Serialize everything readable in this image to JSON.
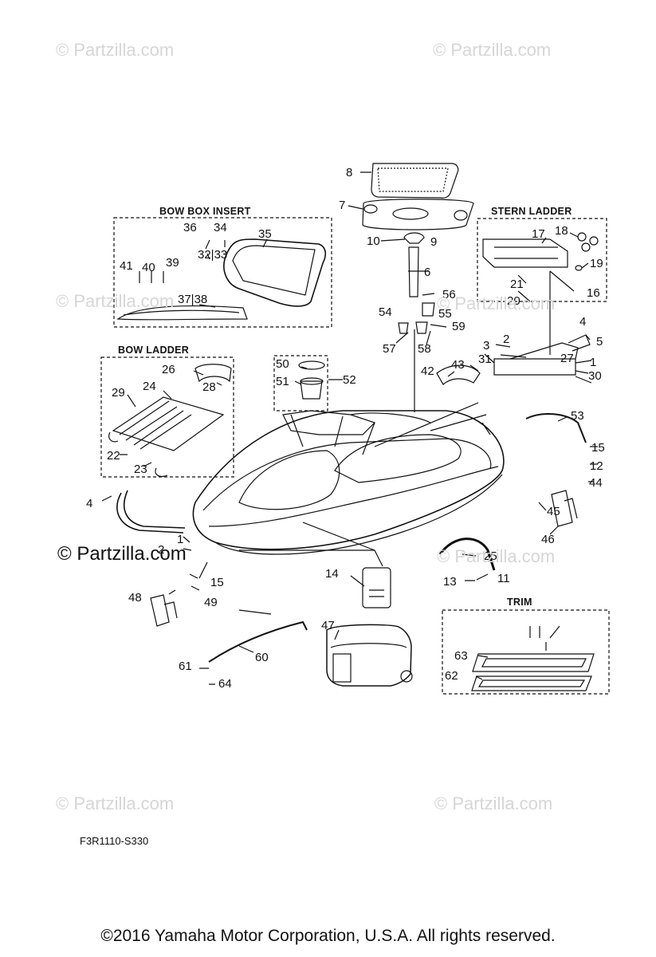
{
  "watermarks": [
    "© Partzilla.com",
    "© Partzilla.com",
    "© Partzilla.com",
    "© Partzilla.com",
    "© Partzilla.com",
    "© Partzilla.com",
    "© Partzilla.com"
  ],
  "watermark_dark": "© Partzilla.com",
  "sections": {
    "bow_box_insert": "BOW BOX INSERT",
    "stern_ladder": "STERN LADDER",
    "bow_ladder": "BOW LADDER",
    "trim": "TRIM"
  },
  "diagram_code": "F3R1110-S330",
  "copyright": "©2016  Yamaha Motor Corporation, U.S.A. All rights reserved.",
  "callouts": [
    "8",
    "7",
    "10",
    "9",
    "6",
    "56",
    "54",
    "55",
    "59",
    "57",
    "58",
    "43",
    "42",
    "36",
    "34",
    "32|33",
    "35",
    "41",
    "40",
    "39",
    "37|38",
    "17",
    "18",
    "19",
    "16",
    "21",
    "20",
    "4",
    "5",
    "2",
    "3",
    "1",
    "30",
    "31",
    "27",
    "26",
    "28",
    "29",
    "24",
    "22",
    "23",
    "50",
    "52",
    "51",
    "53",
    "15",
    "12",
    "44",
    "45",
    "46",
    "25",
    "11",
    "13",
    "14",
    "47",
    "48",
    "49",
    "60",
    "61",
    "64",
    "63",
    "62"
  ]
}
